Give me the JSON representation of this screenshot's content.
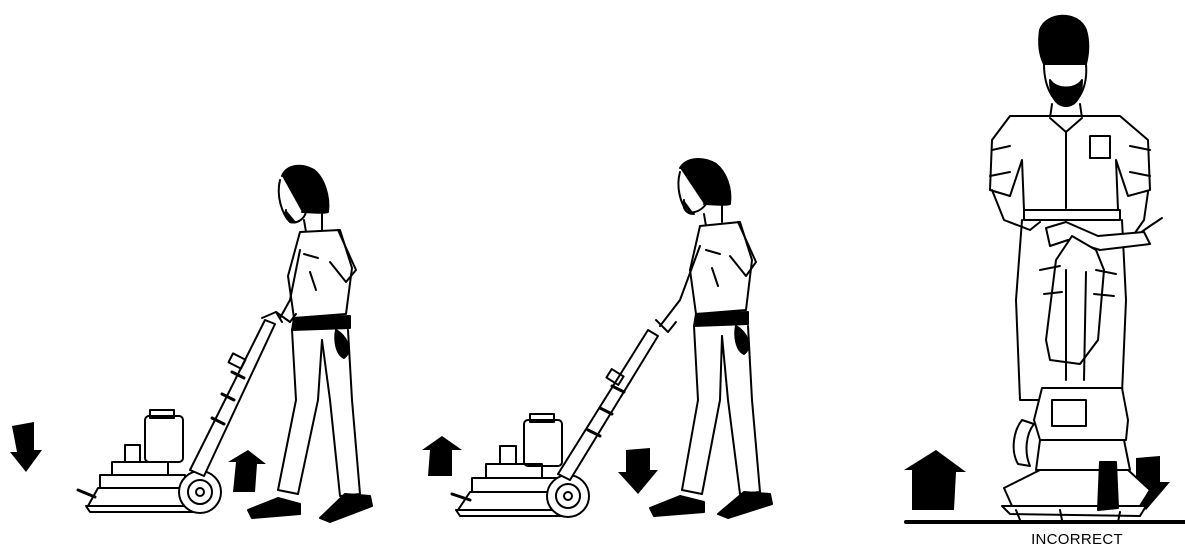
{
  "figure": {
    "caption": "INCORRECT",
    "panels": [
      {
        "name": "panel-1",
        "left_arrow": "down",
        "right_arrow": "up"
      },
      {
        "name": "panel-2",
        "left_arrow": "up",
        "right_arrow": "down"
      },
      {
        "name": "panel-3",
        "left_arrow": "up",
        "right_arrow": "down"
      }
    ],
    "ink_color": "#000000",
    "paper_color": "#ffffff"
  }
}
